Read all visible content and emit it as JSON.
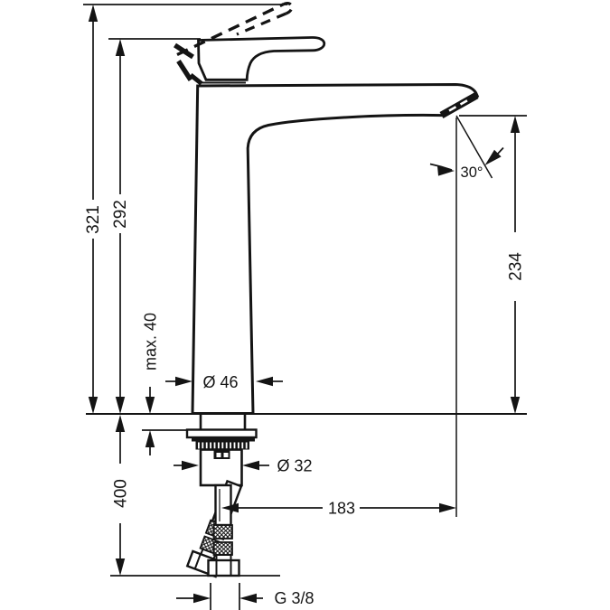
{
  "drawing": {
    "labels": {
      "total_height": "321",
      "handle_height": "292",
      "max_mounting_thickness": "max. 40",
      "hose_length": "400",
      "base_diameter": "Ø 46",
      "shank_diameter": "Ø 32",
      "spout_reach": "183",
      "spout_height": "234",
      "spray_angle": "30°",
      "connection_thread": "G 3/8"
    },
    "colors": {
      "ink": "#141414",
      "background": "#ffffff"
    }
  }
}
